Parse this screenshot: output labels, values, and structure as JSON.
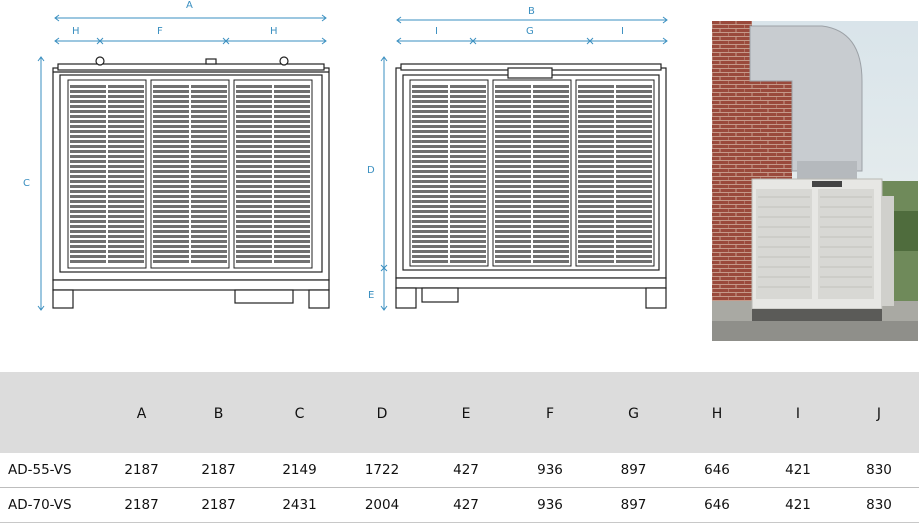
{
  "dimension_letters": {
    "front": {
      "total": "A",
      "left": "H",
      "mid": "F",
      "right": "H",
      "height": "C"
    },
    "side": {
      "total": "B",
      "left": "I",
      "mid": "G",
      "right": "I",
      "height": "D",
      "base": "E"
    }
  },
  "table": {
    "columns": [
      "",
      "A",
      "B",
      "C",
      "D",
      "E",
      "F",
      "G",
      "H",
      "I",
      "J"
    ],
    "rows": [
      {
        "model": "AD-55-VS",
        "values": [
          "2187",
          "2187",
          "2149",
          "1722",
          "427",
          "936",
          "897",
          "646",
          "421",
          "830"
        ]
      },
      {
        "model": "AD-70-VS",
        "values": [
          "2187",
          "2187",
          "2431",
          "2004",
          "427",
          "936",
          "897",
          "646",
          "421",
          "830"
        ]
      }
    ]
  },
  "colors": {
    "dimension_line": "#3a8fc0",
    "header_bg": "#dcdcdc",
    "brick": "#9a4a3c",
    "louver": "#707070"
  },
  "icons": {
    "front_view": "cooler-front-drawing",
    "side_view": "cooler-side-drawing",
    "photo": "installed-cooler-photo"
  }
}
